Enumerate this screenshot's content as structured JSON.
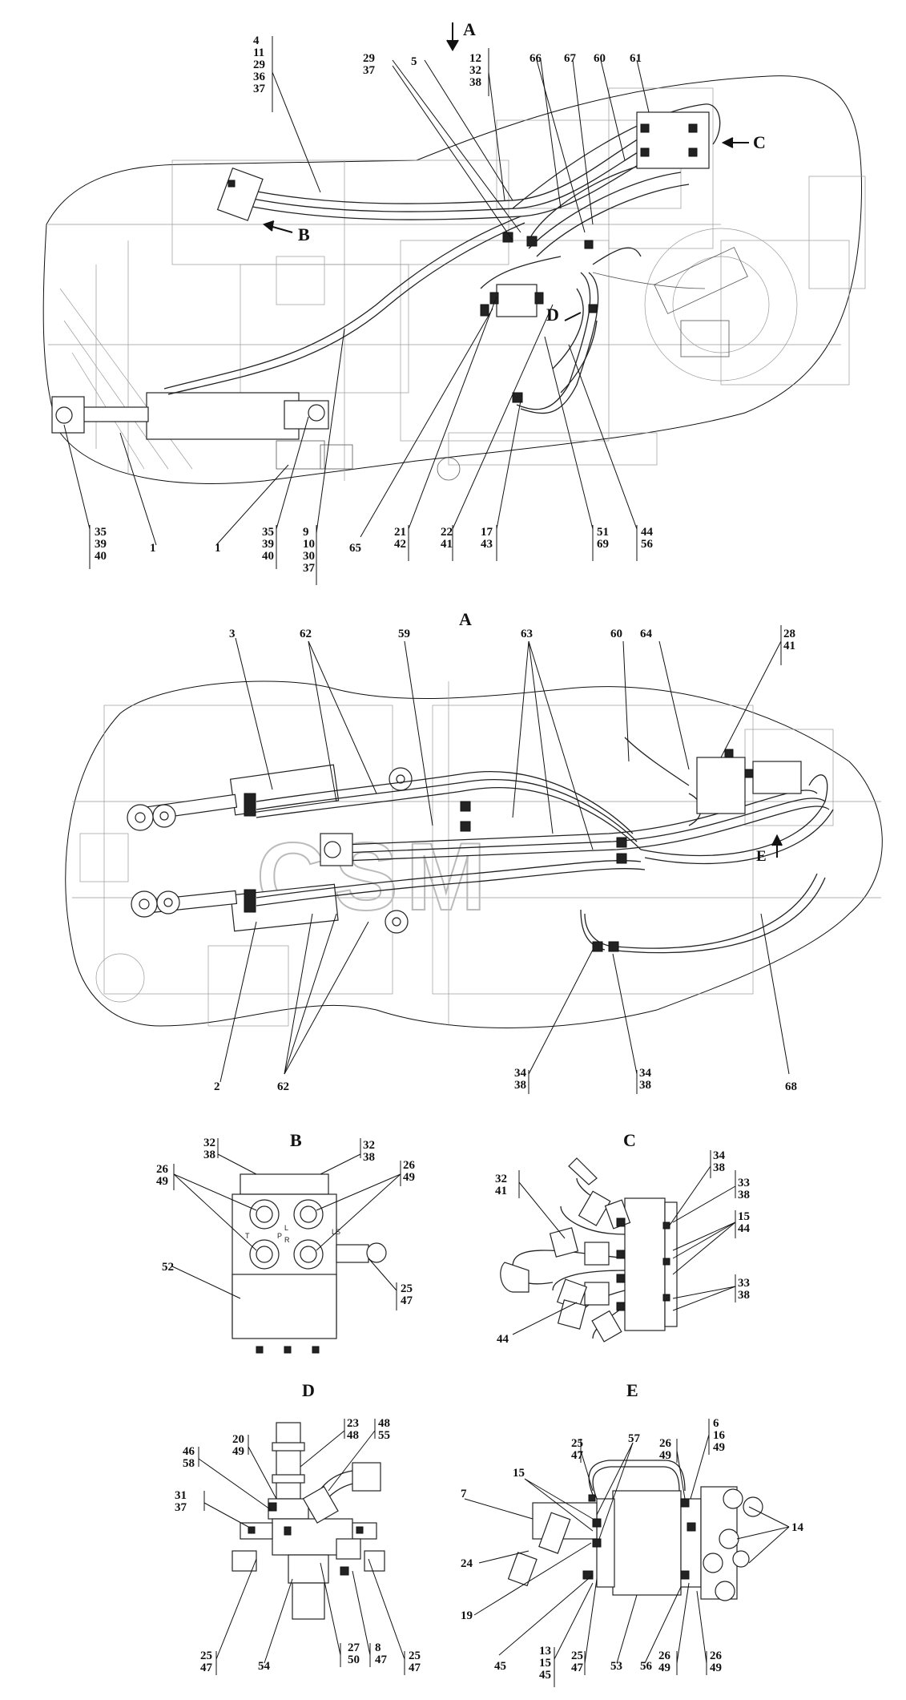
{
  "views": {
    "main": {
      "labels": {
        "l_4_11_29_36_37": [
          "4",
          "11",
          "29",
          "36",
          "37"
        ],
        "l_29_37": [
          "29",
          "37"
        ],
        "l_5": [
          "5"
        ],
        "l_12_32_38": [
          "12",
          "32",
          "38"
        ],
        "l_66": [
          "66"
        ],
        "l_67": [
          "67"
        ],
        "l_60": [
          "60"
        ],
        "l_61": [
          "61"
        ],
        "l_35_39_40_a": [
          "35",
          "39",
          "40"
        ],
        "l_1a": [
          "1"
        ],
        "l_1b": [
          "1"
        ],
        "l_35_39_40_b": [
          "35",
          "39",
          "40"
        ],
        "l_9_10_30_37": [
          "9",
          "10",
          "30",
          "37"
        ],
        "l_65": [
          "65"
        ],
        "l_21_42": [
          "21",
          "42"
        ],
        "l_22_41": [
          "22",
          "41"
        ],
        "l_17_43": [
          "17",
          "43"
        ],
        "l_51_69": [
          "51",
          "69"
        ],
        "l_44_56": [
          "44",
          "56"
        ]
      },
      "markers": {
        "A": "A",
        "B": "B",
        "C": "C",
        "D": "D"
      }
    },
    "view_a": {
      "title": "A",
      "labels": {
        "l_3": [
          "3"
        ],
        "l_62": [
          "62"
        ],
        "l_59": [
          "59"
        ],
        "l_63": [
          "63"
        ],
        "l_60": [
          "60"
        ],
        "l_64": [
          "64"
        ],
        "l_28_41": [
          "28",
          "41"
        ],
        "l_2": [
          "2"
        ],
        "l_62b": [
          "62"
        ],
        "l_34_38_a": [
          "34",
          "38"
        ],
        "l_34_38_b": [
          "34",
          "38"
        ],
        "l_68": [
          "68"
        ]
      },
      "marker_e": "E",
      "watermark": "CSM"
    },
    "view_b": {
      "title": "B",
      "labels": {
        "l_32_38_a": [
          "32",
          "38"
        ],
        "l_32_38_b": [
          "32",
          "38"
        ],
        "l_26_49_a": [
          "26",
          "49"
        ],
        "l_26_49_b": [
          "26",
          "49"
        ],
        "l_52": [
          "52"
        ],
        "l_25_47": [
          "25",
          "47"
        ]
      },
      "port_marks": [
        "T",
        "P",
        "L",
        "R",
        "LS"
      ]
    },
    "view_c": {
      "title": "C",
      "labels": {
        "l_34_38": [
          "34",
          "38"
        ],
        "l_32_41": [
          "32",
          "41"
        ],
        "l_33_38_a": [
          "33",
          "38"
        ],
        "l_15_44": [
          "15",
          "44"
        ],
        "l_33_38_b": [
          "33",
          "38"
        ],
        "l_44": [
          "44"
        ]
      }
    },
    "view_d": {
      "title": "D",
      "labels": {
        "l_23_48": [
          "23",
          "48"
        ],
        "l_48_55": [
          "48",
          "55"
        ],
        "l_20_49": [
          "20",
          "49"
        ],
        "l_46_58": [
          "46",
          "58"
        ],
        "l_31_37": [
          "31",
          "37"
        ],
        "l_25_47_a": [
          "25",
          "47"
        ],
        "l_54": [
          "54"
        ],
        "l_27_50": [
          "27",
          "50"
        ],
        "l_8_47": [
          "8",
          "47"
        ],
        "l_25_47_b": [
          "25",
          "47"
        ]
      }
    },
    "view_e": {
      "title": "E",
      "labels": {
        "l_25_47_a": [
          "25",
          "47"
        ],
        "l_57": [
          "57"
        ],
        "l_26_49_a": [
          "26",
          "49"
        ],
        "l_6_16_49": [
          "6",
          "16",
          "49"
        ],
        "l_15": [
          "15"
        ],
        "l_7": [
          "7"
        ],
        "l_14": [
          "14"
        ],
        "l_24": [
          "24"
        ],
        "l_19": [
          "19"
        ],
        "l_45": [
          "45"
        ],
        "l_13_15_45": [
          "13",
          "15",
          "45"
        ],
        "l_25_47_b": [
          "25",
          "47"
        ],
        "l_53": [
          "53"
        ],
        "l_56": [
          "56"
        ],
        "l_26_49_b": [
          "26",
          "49"
        ],
        "l_26_49_c": [
          "26",
          "49"
        ]
      }
    }
  }
}
